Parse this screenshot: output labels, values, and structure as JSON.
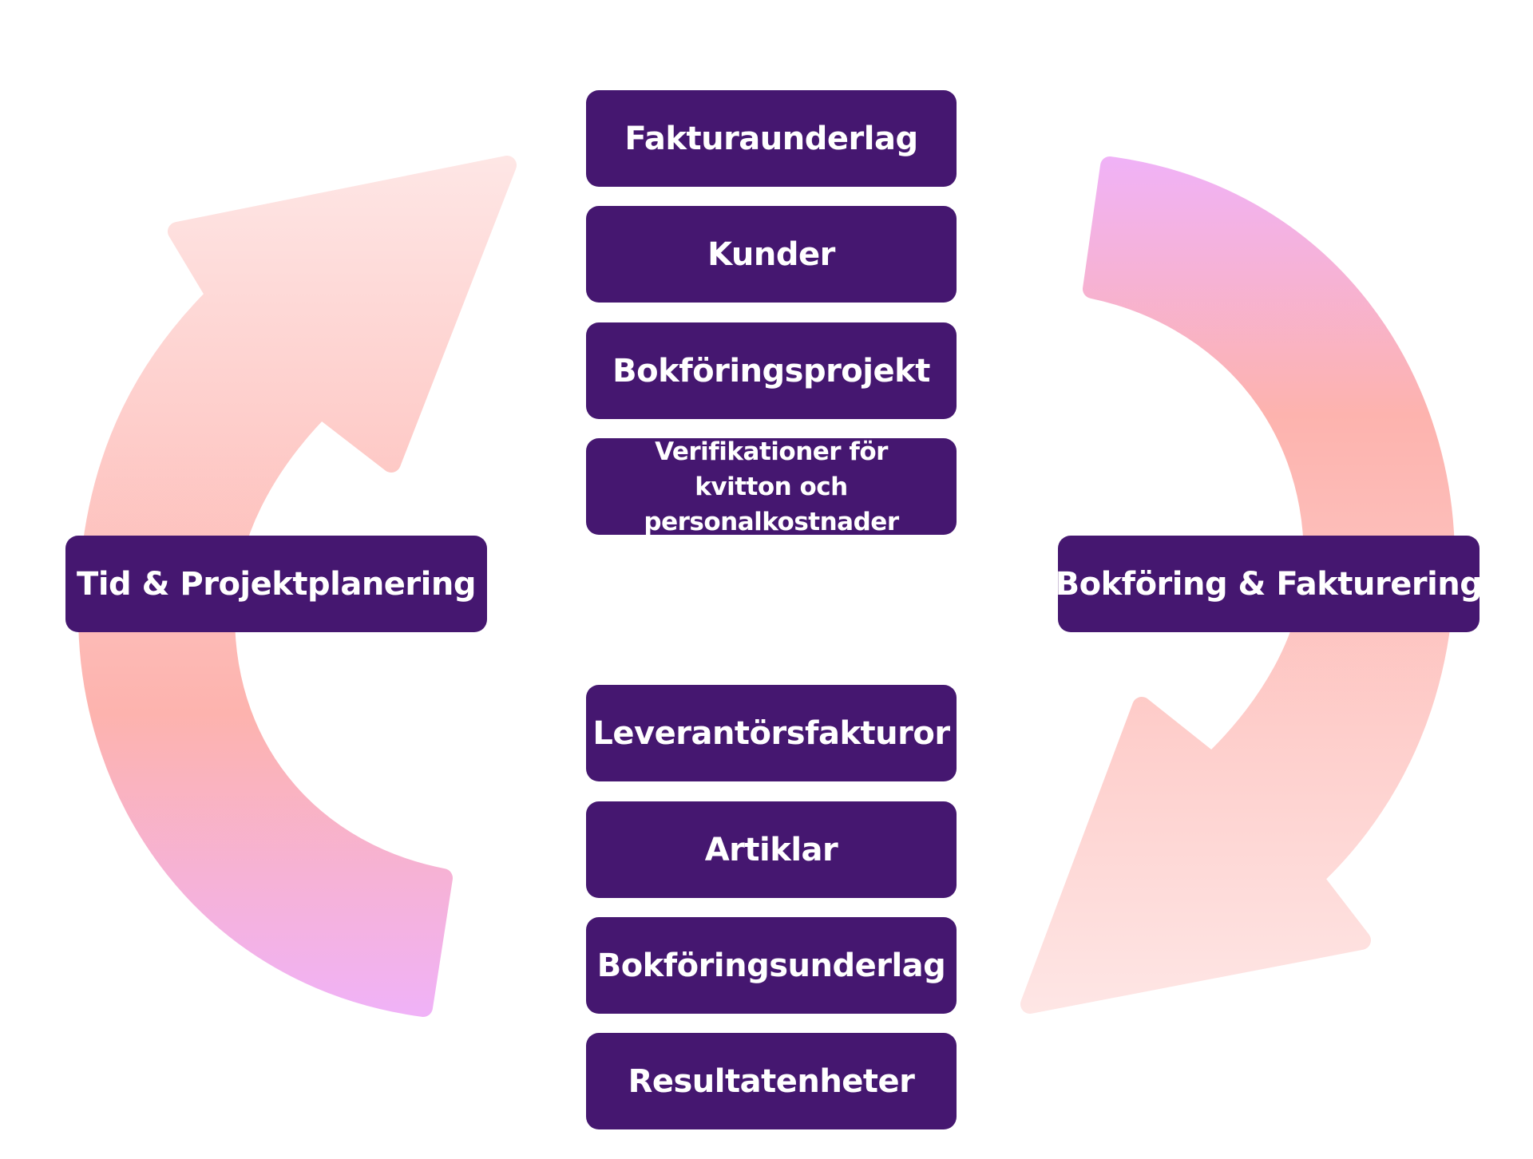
{
  "colors": {
    "box": "#451770",
    "text": "#ffffff",
    "arrow_light": "#fee6e5",
    "arrow_mid": "#fdb3ae",
    "arrow_violet": "#f0b2f7"
  },
  "left_node": {
    "label": "Tid & Projektplanering"
  },
  "right_node": {
    "label": "Bokföring & Fakturering"
  },
  "upper_items": [
    {
      "label": "Fakturaunderlag"
    },
    {
      "label": "Kunder"
    },
    {
      "label": "Bokföringsprojekt"
    },
    {
      "label": "Verifikationer för kvitton och personalkostnader"
    }
  ],
  "lower_items": [
    {
      "label": "Leverantörsfakturor"
    },
    {
      "label": "Artiklar"
    },
    {
      "label": "Bokföringsunderlag"
    },
    {
      "label": "Resultatenheter"
    }
  ],
  "arrows": [
    {
      "from": "left",
      "direction": "clockwise-up-right"
    },
    {
      "from": "right",
      "direction": "clockwise-down-left"
    }
  ]
}
